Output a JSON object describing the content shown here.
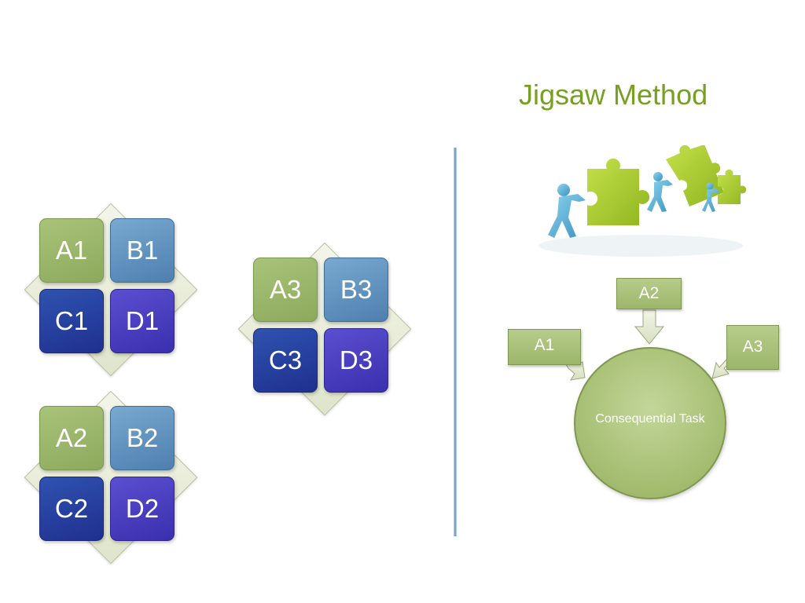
{
  "title": "Jigsaw Method",
  "groups": [
    {
      "tiles": [
        "A1",
        "B1",
        "C1",
        "D1"
      ]
    },
    {
      "tiles": [
        "A2",
        "B2",
        "C2",
        "D2"
      ]
    },
    {
      "tiles": [
        "A3",
        "B3",
        "C3",
        "D3"
      ]
    }
  ],
  "task": {
    "center": "Consequential Task",
    "inputs": [
      "A1",
      "A2",
      "A3"
    ]
  },
  "colors": {
    "title": "#77a023",
    "tile_a": "#9cb66a",
    "tile_b": "#5e8fc0",
    "tile_c": "#243c9e",
    "tile_d": "#463cc0",
    "puzzle_green": "#a9cd2e",
    "figure_blue": "#5fb6d9"
  },
  "icons": {
    "illustration": "figures-pushing-puzzle-pieces-illustration"
  }
}
